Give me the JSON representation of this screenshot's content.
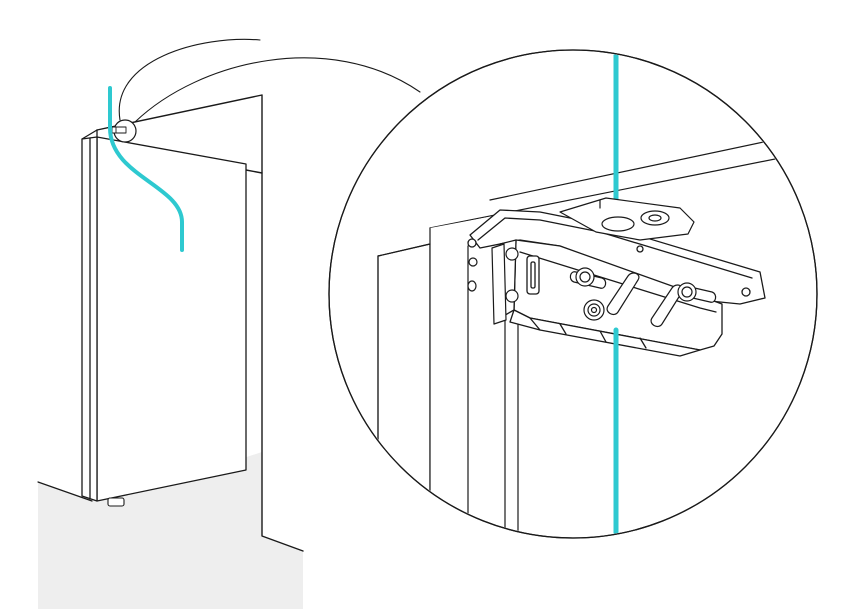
{
  "figure": {
    "background": "#ffffff",
    "line_color": "#1a1a1a",
    "accent_color": "#2ec9d0",
    "floor_color": "#eeeeee",
    "parts": [
      "door-frame",
      "door-panel",
      "floor",
      "cable-path",
      "zoom-circle",
      "hinge-bracket",
      "hinge-adjustment-slots",
      "hinge-screws"
    ]
  }
}
